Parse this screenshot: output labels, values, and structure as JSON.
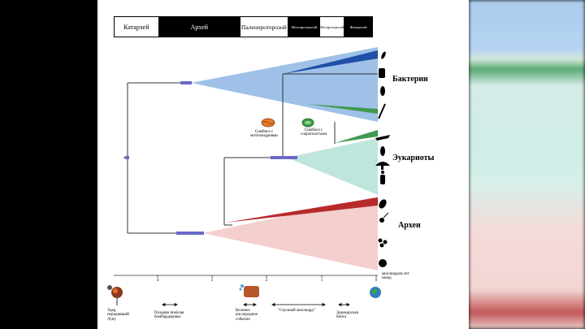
{
  "eras": [
    {
      "label": "Катархей",
      "theme": "light"
    },
    {
      "label": "Архей",
      "theme": "dark"
    },
    {
      "label": "Палеопротерозой",
      "theme": "light"
    },
    {
      "label": "Мезопротерозой",
      "theme": "dark"
    },
    {
      "label": "Неопротерозой",
      "theme": "light"
    },
    {
      "label": "Фанерозой",
      "theme": "dark"
    }
  ],
  "groups": {
    "bacteria": "Бактерии",
    "eukaryotes": "Эукариоты",
    "archaea": "Археи"
  },
  "symbiosis": {
    "mitochondria": "Симбиоз с митохондриями",
    "chloroplasts": "Симбиоз с хлоропластами"
  },
  "axis": {
    "ticks": [
      "4",
      "3",
      "2",
      "1",
      "0"
    ],
    "unit": "миллиардов лет назад"
  },
  "events": {
    "moon_impact": "Удар, породивший Луну",
    "bombardment": "Поздняя тяжёлая бомбардировка",
    "oxygenation": "Великое кислородное событие",
    "boring_billion": "\"Скучный миллиард\"",
    "ediacaran": "Эдиакарская биота"
  },
  "colors": {
    "bacteria_fan": "#9fc1e8",
    "bacteria_wedge": "#1f4fa8",
    "eukaryote_fan": "#bfe6dd",
    "eukaryote_wedge": "#3f9a4e",
    "archaea_fan": "#f3cfcd",
    "archaea_wedge": "#b72a2a",
    "node_bar": "#6a6ac8"
  }
}
